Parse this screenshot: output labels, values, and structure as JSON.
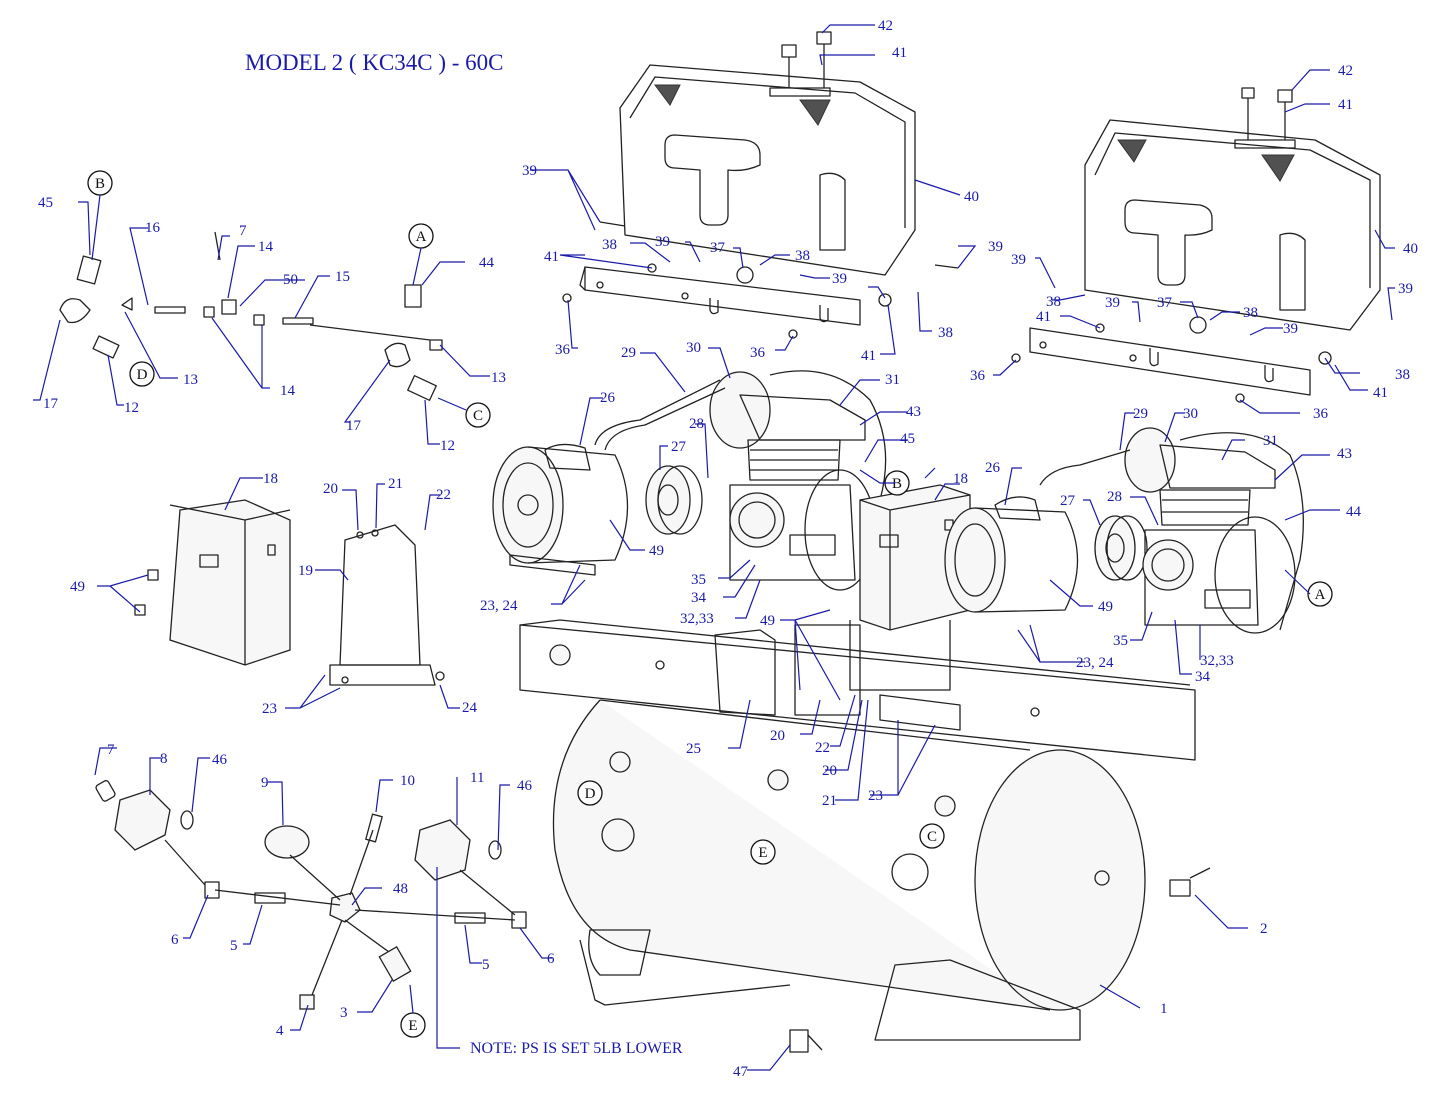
{
  "title": "MODEL 2 ( KC34C ) - 60C",
  "note": "NOTE: PS IS SET 5LB LOWER",
  "callout_letters": [
    "A",
    "B",
    "C",
    "D",
    "E"
  ],
  "part_labels": {
    "p1": "1",
    "p2": "2",
    "p3": "3",
    "p4": "4",
    "p5": "5",
    "p6": "6",
    "p7": "7",
    "p8": "8",
    "p9": "9",
    "p10": "10",
    "p11": "11",
    "p12": "12",
    "p13": "13",
    "p14": "14",
    "p15": "15",
    "p16": "16",
    "p17": "17",
    "p18": "18",
    "p19": "19",
    "p20": "20",
    "p21": "21",
    "p22": "22",
    "p23": "23",
    "p24": "24",
    "p23_24": "23, 24",
    "p25": "25",
    "p26": "26",
    "p27": "27",
    "p28": "28",
    "p29": "29",
    "p30": "30",
    "p31": "31",
    "p32_33": "32,33",
    "p34": "34",
    "p35": "35",
    "p36": "36",
    "p37": "37",
    "p38": "38",
    "p39": "39",
    "p40": "40",
    "p41": "41",
    "p42": "42",
    "p43": "43",
    "p44": "44",
    "p45": "45",
    "p46": "46",
    "p47": "47",
    "p48": "48",
    "p49": "49",
    "p50": "50"
  },
  "colors": {
    "labels": "#1a1aa8",
    "lines": "#222222"
  }
}
